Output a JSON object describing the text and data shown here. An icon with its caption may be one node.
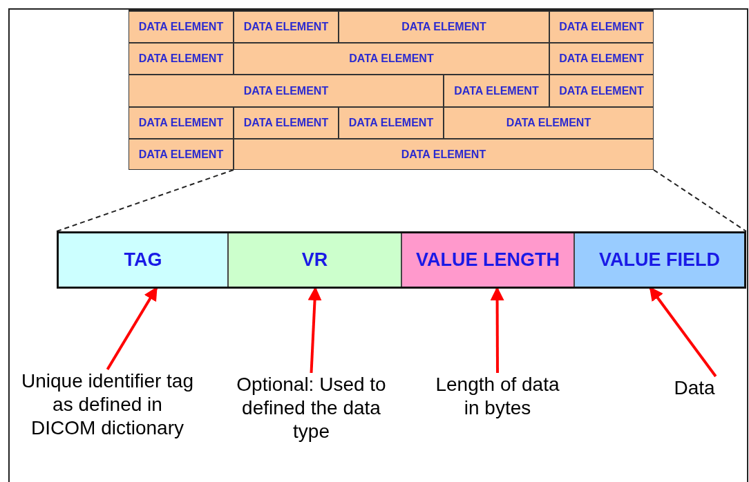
{
  "diagram": {
    "nodes": [
      {
        "text": [],
        "shape": "box"
      },
      {
        "text": [
          "DATA ELEMENT"
        ],
        "in": 0
      },
      {
        "text": [
          "DATA ELEMENT"
        ],
        "in": 0
      },
      {
        "text": [
          "DATA ELEMENT"
        ],
        "in": 0
      },
      {
        "text": [
          "DATA ELEMENT"
        ],
        "in": 0
      },
      {
        "text": [
          "DATA ELEMENT"
        ],
        "in": 0
      },
      {
        "text": [
          "DATA ELEMENT"
        ],
        "in": 0
      },
      {
        "text": [
          "DATA ELEMENT"
        ],
        "in": 0
      },
      {
        "text": [
          "DATA ELEMENT"
        ],
        "in": 0
      },
      {
        "text": [
          "DATA ELEMENT"
        ],
        "in": 0
      },
      {
        "text": [
          "DATA ELEMENT"
        ],
        "in": 0
      },
      {
        "text": [
          "DATA ELEMENT"
        ],
        "in": 0
      },
      {
        "text": [
          "DATA ELEMENT"
        ],
        "in": 0
      },
      {
        "text": [
          "DATA ELEMENT"
        ],
        "in": 0
      },
      {
        "text": [
          "DATA ELEMENT"
        ],
        "in": 0
      },
      {
        "text": [
          "DATA ELEMENT"
        ],
        "in": 0
      },
      {
        "text": [
          "DATA ELEMENT"
        ],
        "in": 0
      },
      {
        "text": [],
        "shape": "box"
      },
      {
        "text": [
          "TAG"
        ],
        "in": 17
      },
      {
        "text": [
          "VR"
        ],
        "in": 17
      },
      {
        "text": [
          "VALUE LENGTH"
        ],
        "in": 17
      },
      {
        "text": [
          "VALUE FIELD"
        ],
        "in": 17
      },
      {
        "text": [
          "Unique identifier tag as defined in DICOM dictionary"
        ]
      },
      {
        "text": [
          "Optional: Used to defined the data type"
        ]
      },
      {
        "text": [
          "Length of data in bytes"
        ]
      },
      {
        "text": [
          "Data"
        ]
      }
    ],
    "edges": [
      {
        "from": 16,
        "to": 17,
        "arrow": "none",
        "style": "dashed",
        "color": "#222222"
      },
      {
        "from": 16,
        "to": 17,
        "arrow": "none",
        "style": "dashed",
        "color": "#222222"
      },
      {
        "from": 22,
        "to": 18,
        "arrow": "to"
      },
      {
        "from": 23,
        "to": 19,
        "arrow": "to"
      },
      {
        "from": 24,
        "to": 20,
        "arrow": "to"
      },
      {
        "from": 25,
        "to": 21,
        "arrow": "to"
      }
    ]
  }
}
